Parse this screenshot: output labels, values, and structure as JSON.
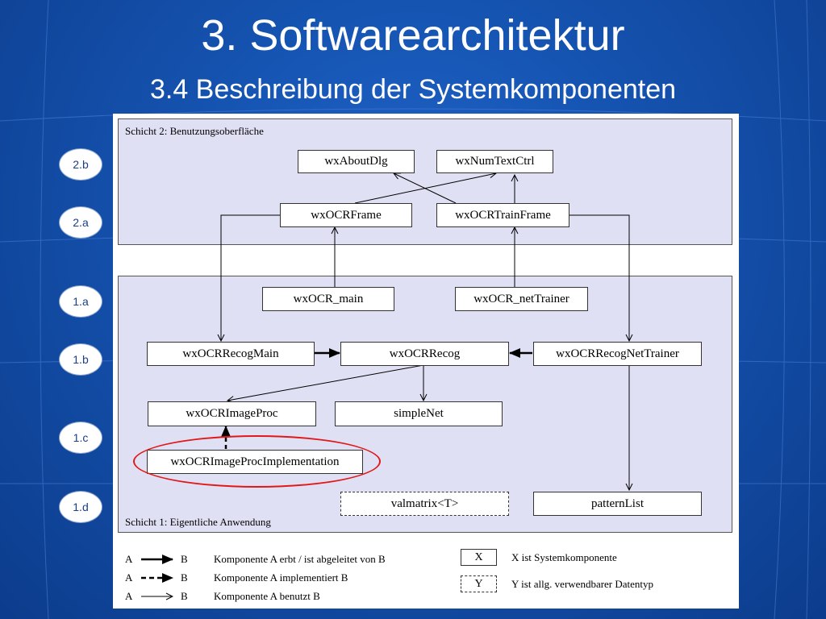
{
  "title": "3. Softwarearchitektur",
  "subtitle": "3.4 Beschreibung der Systemkomponenten",
  "badges": [
    "2.b",
    "2.a",
    "1.a",
    "1.b",
    "1.c",
    "1.d"
  ],
  "layers": {
    "top": "Schicht 2: Benutzungsoberfläche",
    "bottom": "Schicht 1: Eigentliche Anwendung"
  },
  "components": {
    "about_dlg": "wxAboutDlg",
    "num_text_ctrl": "wxNumTextCtrl",
    "ocr_frame": "wxOCRFrame",
    "ocr_train_frame": "wxOCRTrainFrame",
    "ocr_main": "wxOCR_main",
    "ocr_net_trainer": "wxOCR_netTrainer",
    "ocr_recog_main": "wxOCRRecogMain",
    "ocr_recog": "wxOCRRecog",
    "ocr_recog_net_trainer": "wxOCRRecogNetTrainer",
    "ocr_image_proc": "wxOCRImageProc",
    "simple_net": "simpleNet",
    "ocr_image_proc_impl": "wxOCRImageProcImplementation",
    "valmatrix": "valmatrix<T>",
    "pattern_list": "patternList"
  },
  "legend": {
    "a": "A",
    "b": "B",
    "inherits": "Komponente A erbt / ist abgeleitet von B",
    "implements": "Komponente A implementiert B",
    "uses": "Komponente A benutzt B",
    "x_symbol": "X",
    "x_desc": "X ist Systemkomponente",
    "y_symbol": "Y",
    "y_desc": "Y ist allg. verwendbarer Datentyp"
  },
  "colors": {
    "background": "#1553b0",
    "layer_fill": "#e0e0f4",
    "highlight": "#e01818"
  }
}
